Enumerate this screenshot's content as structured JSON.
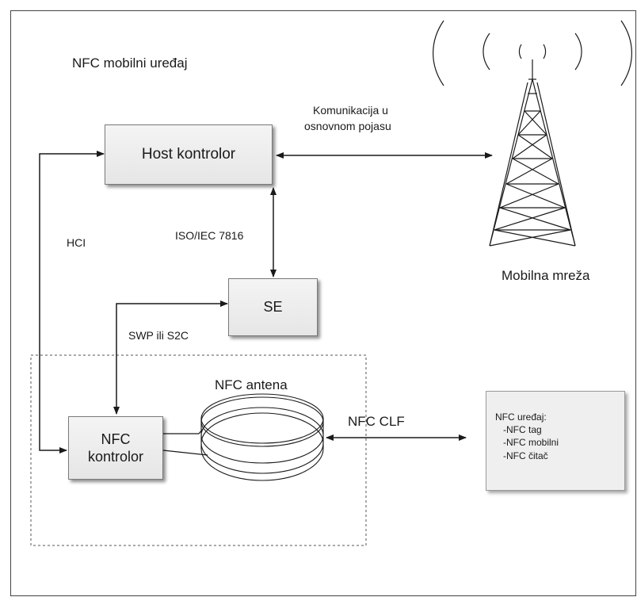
{
  "labels": {
    "device_title": "NFC mobilni uređaj",
    "baseband_line1": "Komunikacija u",
    "baseband_line2": "osnovnom pojasu",
    "hci": "HCI",
    "iso": "ISO/IEC 7816",
    "swp": "SWP ili S2C",
    "antenna": "NFC antena",
    "clf": "NFC CLF",
    "network": "Mobilna mreža"
  },
  "boxes": {
    "host": "Host kontrolor",
    "se": "SE",
    "nfc_line1": "NFC",
    "nfc_line2": "kontrolor"
  },
  "peer_device": {
    "title": "NFC uređaj:",
    "items": [
      "-NFC tag",
      "-NFC mobilni",
      "-NFC čitač"
    ]
  },
  "colors": {
    "line": "#1a1a1a",
    "box_fill": "#ececec",
    "box_border": "#7a7a7a",
    "frame": "#444444"
  }
}
